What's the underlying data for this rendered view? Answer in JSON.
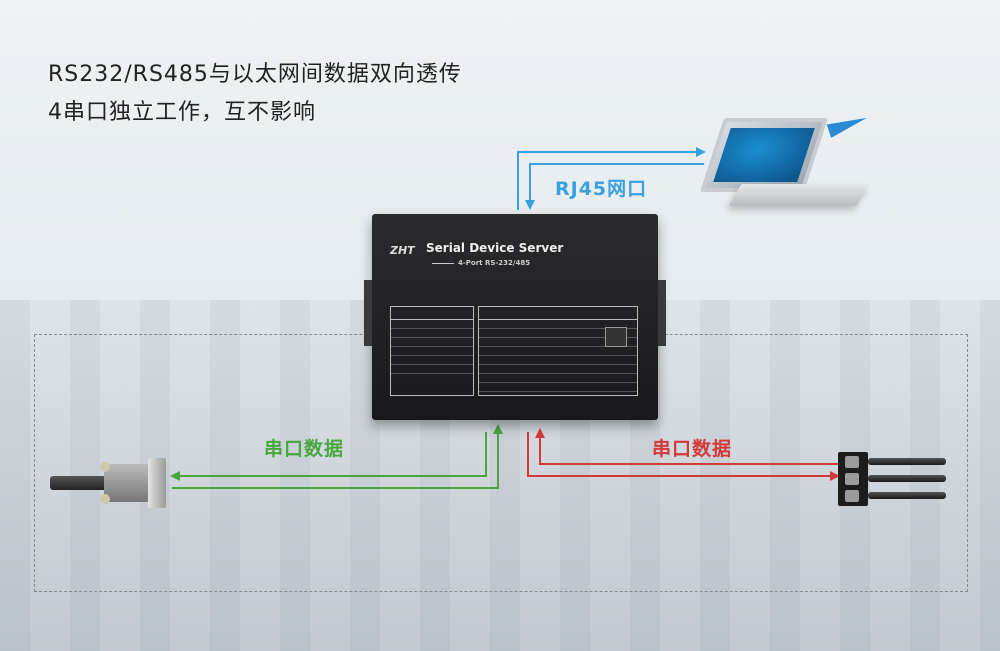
{
  "headline": {
    "line1": "RS232/RS485与以太网间数据双向透传",
    "line2": "4串口独立工作，互不影响"
  },
  "labels": {
    "rj45": "RJ45网口",
    "serial_left": "串口数据",
    "serial_right": "串口数据"
  },
  "device": {
    "title": "Serial Device Server",
    "subtitle": "4-Port RS-232/485",
    "logo_text": "ZHT"
  },
  "colors": {
    "rj45_line": "#3aa0e0",
    "serial_left_line": "#49a640",
    "serial_right_line": "#d23a3a",
    "device_body": "#1f1f21"
  },
  "icons": [
    "laptop-icon",
    "paper-plane-icon",
    "db9-connector-icon",
    "terminal-block-icon",
    "rj45-port-icon"
  ]
}
